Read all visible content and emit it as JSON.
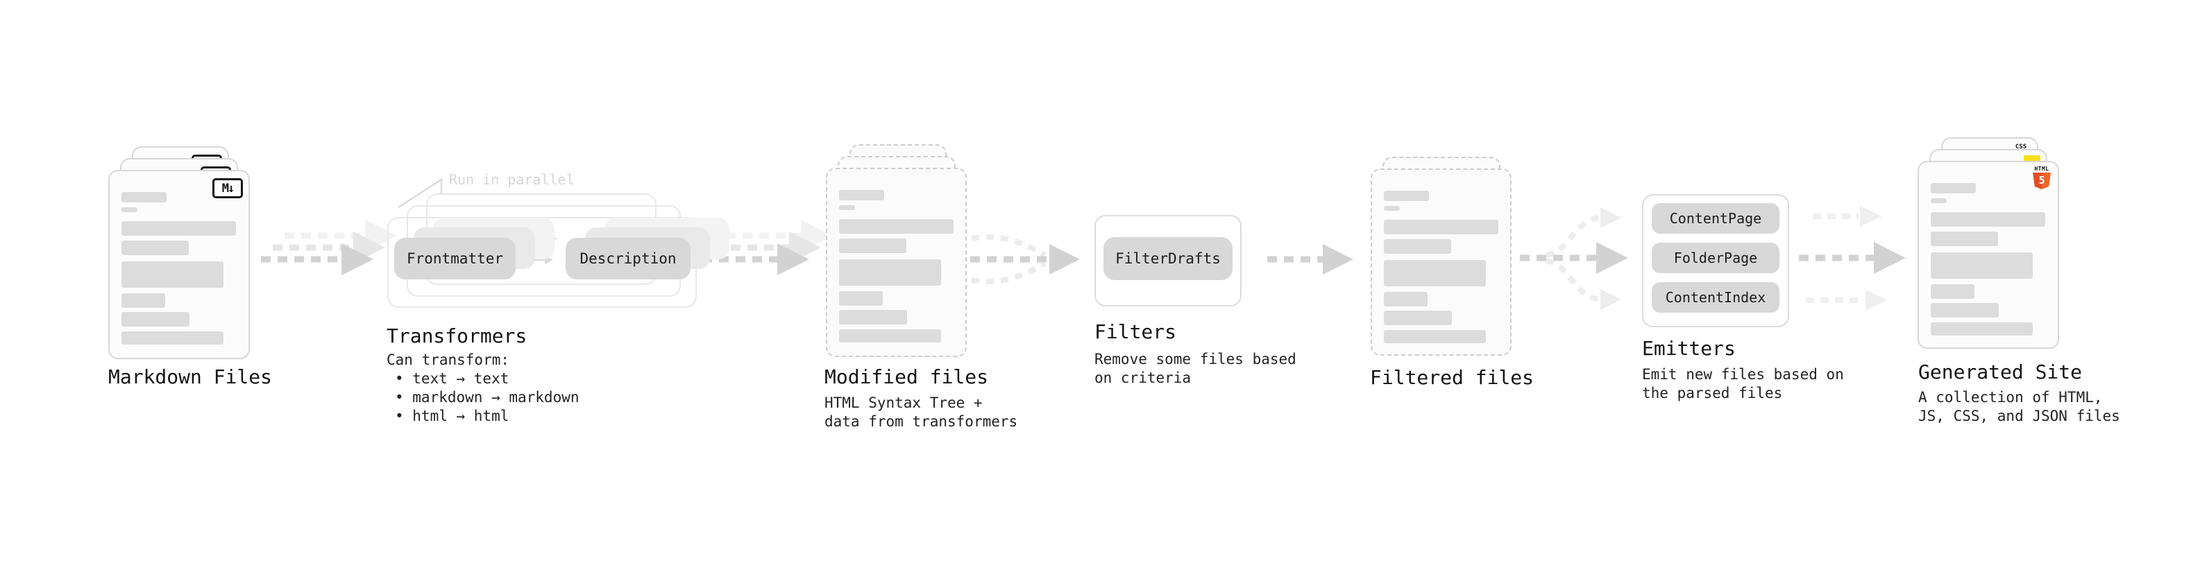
{
  "pipeline": {
    "markdown_files": {
      "label": "Markdown Files",
      "badge": "M↓"
    },
    "transformers": {
      "label": "Transformers",
      "annotation": "Run in parallel",
      "pills": [
        "Frontmatter",
        "Description"
      ],
      "desc_title": "Can transform:",
      "bullets": [
        "• text → text",
        "• markdown → markdown",
        "• html → html"
      ]
    },
    "modified_files": {
      "label": "Modified files",
      "desc_lines": [
        "HTML Syntax Tree +",
        "data from transformers"
      ]
    },
    "filters": {
      "label": "Filters",
      "pills": [
        "FilterDrafts"
      ],
      "desc_lines": [
        "Remove some files based",
        "on criteria"
      ]
    },
    "filtered_files": {
      "label": "Filtered files"
    },
    "emitters": {
      "label": "Emitters",
      "pills": [
        "ContentPage",
        "FolderPage",
        "ContentIndex"
      ],
      "desc_lines": [
        "Emit new files based on",
        "the parsed files"
      ]
    },
    "generated_site": {
      "label": "Generated Site",
      "desc_lines": [
        "A collection of HTML,",
        "JS, CSS, and JSON files"
      ],
      "badges": {
        "css": "CSS",
        "html_text": "HTML",
        "html_number": "5"
      }
    },
    "colors": {
      "arrow": "#d2d2d2",
      "arrow_ghost": "#e6e6e6",
      "pill_fill": "#d8d8d8",
      "html5_orange": "#e44d26",
      "js_yellow": "#f7df1e",
      "css_blue": "#2760e6"
    }
  }
}
